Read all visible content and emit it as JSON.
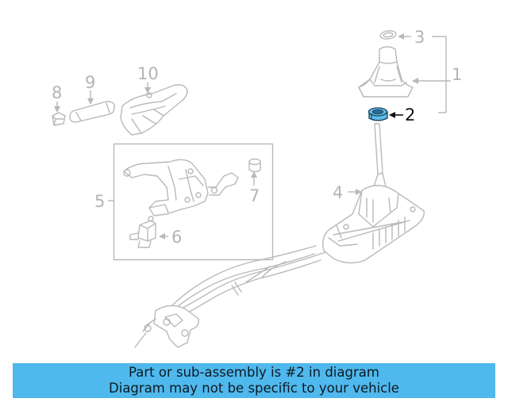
{
  "callouts": {
    "c1": "1",
    "c2": "2",
    "c3": "3",
    "c4": "4",
    "c5": "5",
    "c6": "6",
    "c7": "7",
    "c8": "8",
    "c9": "9",
    "c10": "10"
  },
  "highlight_color": "#5bbde8",
  "banner": {
    "background": "#4fb8ec",
    "line1": "Part or sub-assembly is #2 in diagram",
    "line2": "Diagram may not be specific to your vehicle"
  }
}
